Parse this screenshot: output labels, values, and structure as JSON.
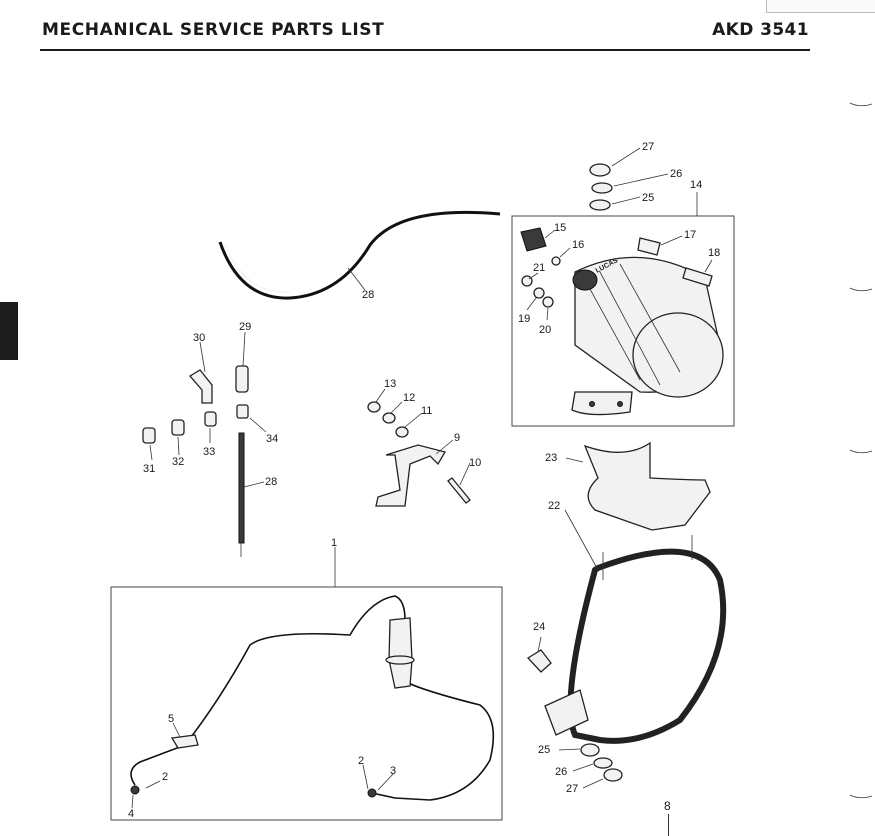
{
  "header": {
    "title": "MECHANICAL SERVICE PARTS LIST",
    "code": "AKD 3541"
  },
  "page_number": "8",
  "callouts": {
    "c1": "1",
    "c2a": "2",
    "c2b": "2",
    "c3": "3",
    "c4": "4",
    "c5": "5",
    "c9": "9",
    "c10": "10",
    "c11": "11",
    "c12": "12",
    "c13": "13",
    "c14": "14",
    "c15": "15",
    "c16": "16",
    "c17": "17",
    "c18": "18",
    "c19": "19",
    "c20": "20",
    "c21": "21",
    "c22": "22",
    "c23": "23",
    "c24": "24",
    "c25a": "25",
    "c25b": "25",
    "c26a": "26",
    "c26b": "26",
    "c27a": "27",
    "c27b": "27",
    "c28a": "28",
    "c28b": "28",
    "c29": "29",
    "c30": "30",
    "c31": "31",
    "c32": "32",
    "c33": "33",
    "c34": "34"
  },
  "coil_label": "LUCAS"
}
